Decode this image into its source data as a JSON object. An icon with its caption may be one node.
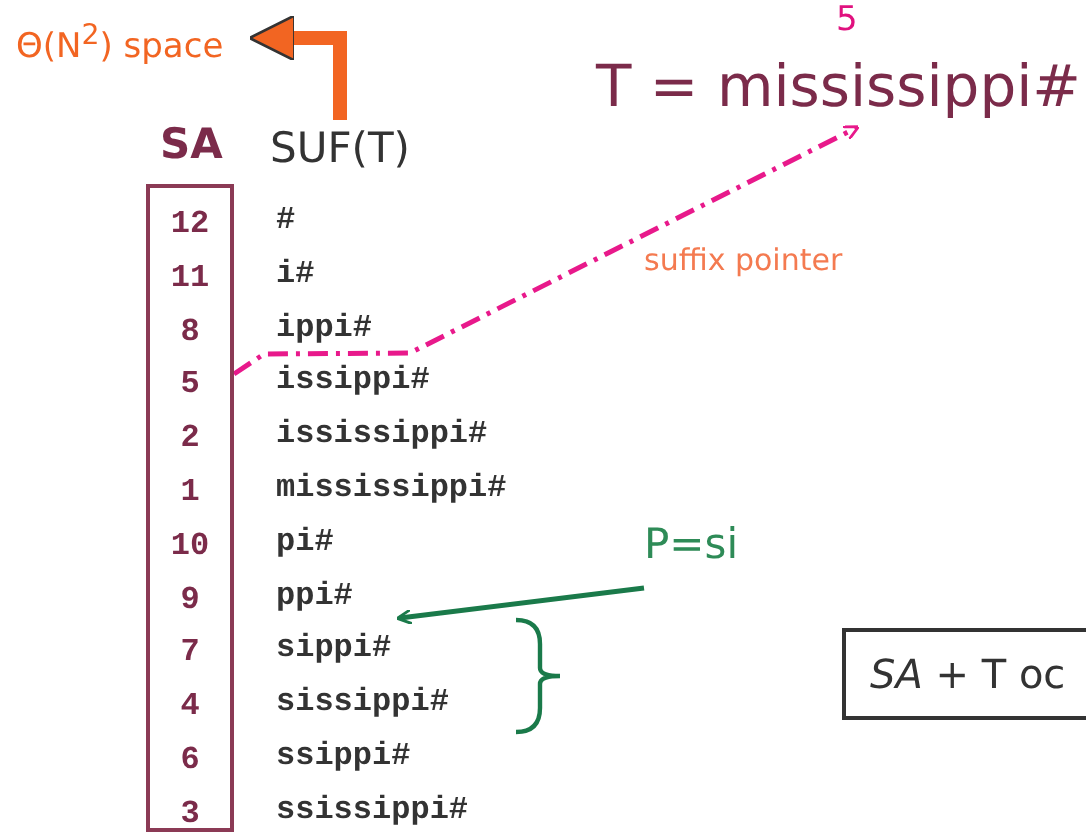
{
  "diagram": {
    "nodes": [
      {
        "text": [
          "Θ(N$^{2}$) space"
        ]
      },
      {
        "text": [
          "T = mississippi#"
        ]
      },
      {
        "text": [
          "SUF(T)"
        ]
      },
      {
        "text": [
          "SA"
        ]
      },
      {
        "text": [
          "12"
        ],
        "in": 3
      },
      {
        "text": [
          "11"
        ],
        "in": 3
      },
      {
        "text": [
          "8"
        ],
        "in": 3
      },
      {
        "text": [
          "5"
        ],
        "in": 3
      },
      {
        "text": [
          "2"
        ],
        "in": 3
      },
      {
        "text": [
          "1"
        ],
        "in": 3
      },
      {
        "text": [
          "10"
        ],
        "in": 3
      },
      {
        "text": [
          "9"
        ],
        "in": 3
      },
      {
        "text": [
          "7"
        ],
        "in": 3
      },
      {
        "text": [
          "4"
        ],
        "in": 3
      },
      {
        "text": [
          "6"
        ],
        "in": 3
      },
      {
        "text": [
          "3"
        ],
        "in": 3
      },
      {
        "text": [
          "#"
        ]
      },
      {
        "text": [
          "i#"
        ]
      },
      {
        "text": [
          "ippi#"
        ]
      },
      {
        "text": [
          "issippi#"
        ]
      },
      {
        "text": [
          "ississippi#"
        ]
      },
      {
        "text": [
          "mississippi#"
        ]
      },
      {
        "text": [
          "pi#"
        ]
      },
      {
        "text": [
          "ppi#"
        ]
      },
      {
        "text": [
          "sippi#"
        ]
      },
      {
        "text": [
          "sissippi#"
        ]
      },
      {
        "text": [
          "ssippi#"
        ]
      },
      {
        "text": [
          "ssissippi#"
        ]
      },
      {
        "text": [
          "P=si"
        ]
      },
      {
        "text": [
          "*SA* + T oc"
        ]
      }
    ],
    "edges": [
      {
        "from": 2,
        "to": 0,
        "arrow": "to",
        "style": "thick",
        "color": "#f26522"
      },
      {
        "from": 7,
        "to": 1,
        "arrow": "to",
        "label": "suffix pointer",
        "style": "dashed",
        "color": "#e8198b"
      },
      {
        "from": 28,
        "to": 23,
        "arrow": "to",
        "color": "#1a7a4a"
      }
    ],
    "labels": [
      "5"
    ]
  }
}
